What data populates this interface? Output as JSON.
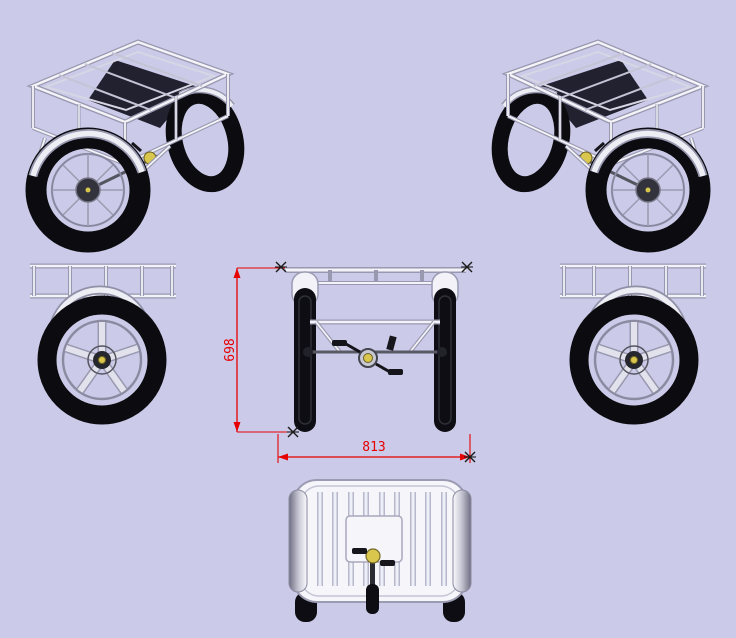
{
  "drawing": {
    "type": "cad-multiview-tricycle-drawing",
    "dimensions": {
      "height_label": "698",
      "width_label": "813"
    },
    "colors": {
      "background": "#cbcbe9",
      "dimension_red": "#e60000",
      "frame_light": "#f2f2f8",
      "frame_outline": "#9898b0",
      "tire_black": "#0d0d13",
      "crank_yellow": "#d9c64d"
    }
  }
}
